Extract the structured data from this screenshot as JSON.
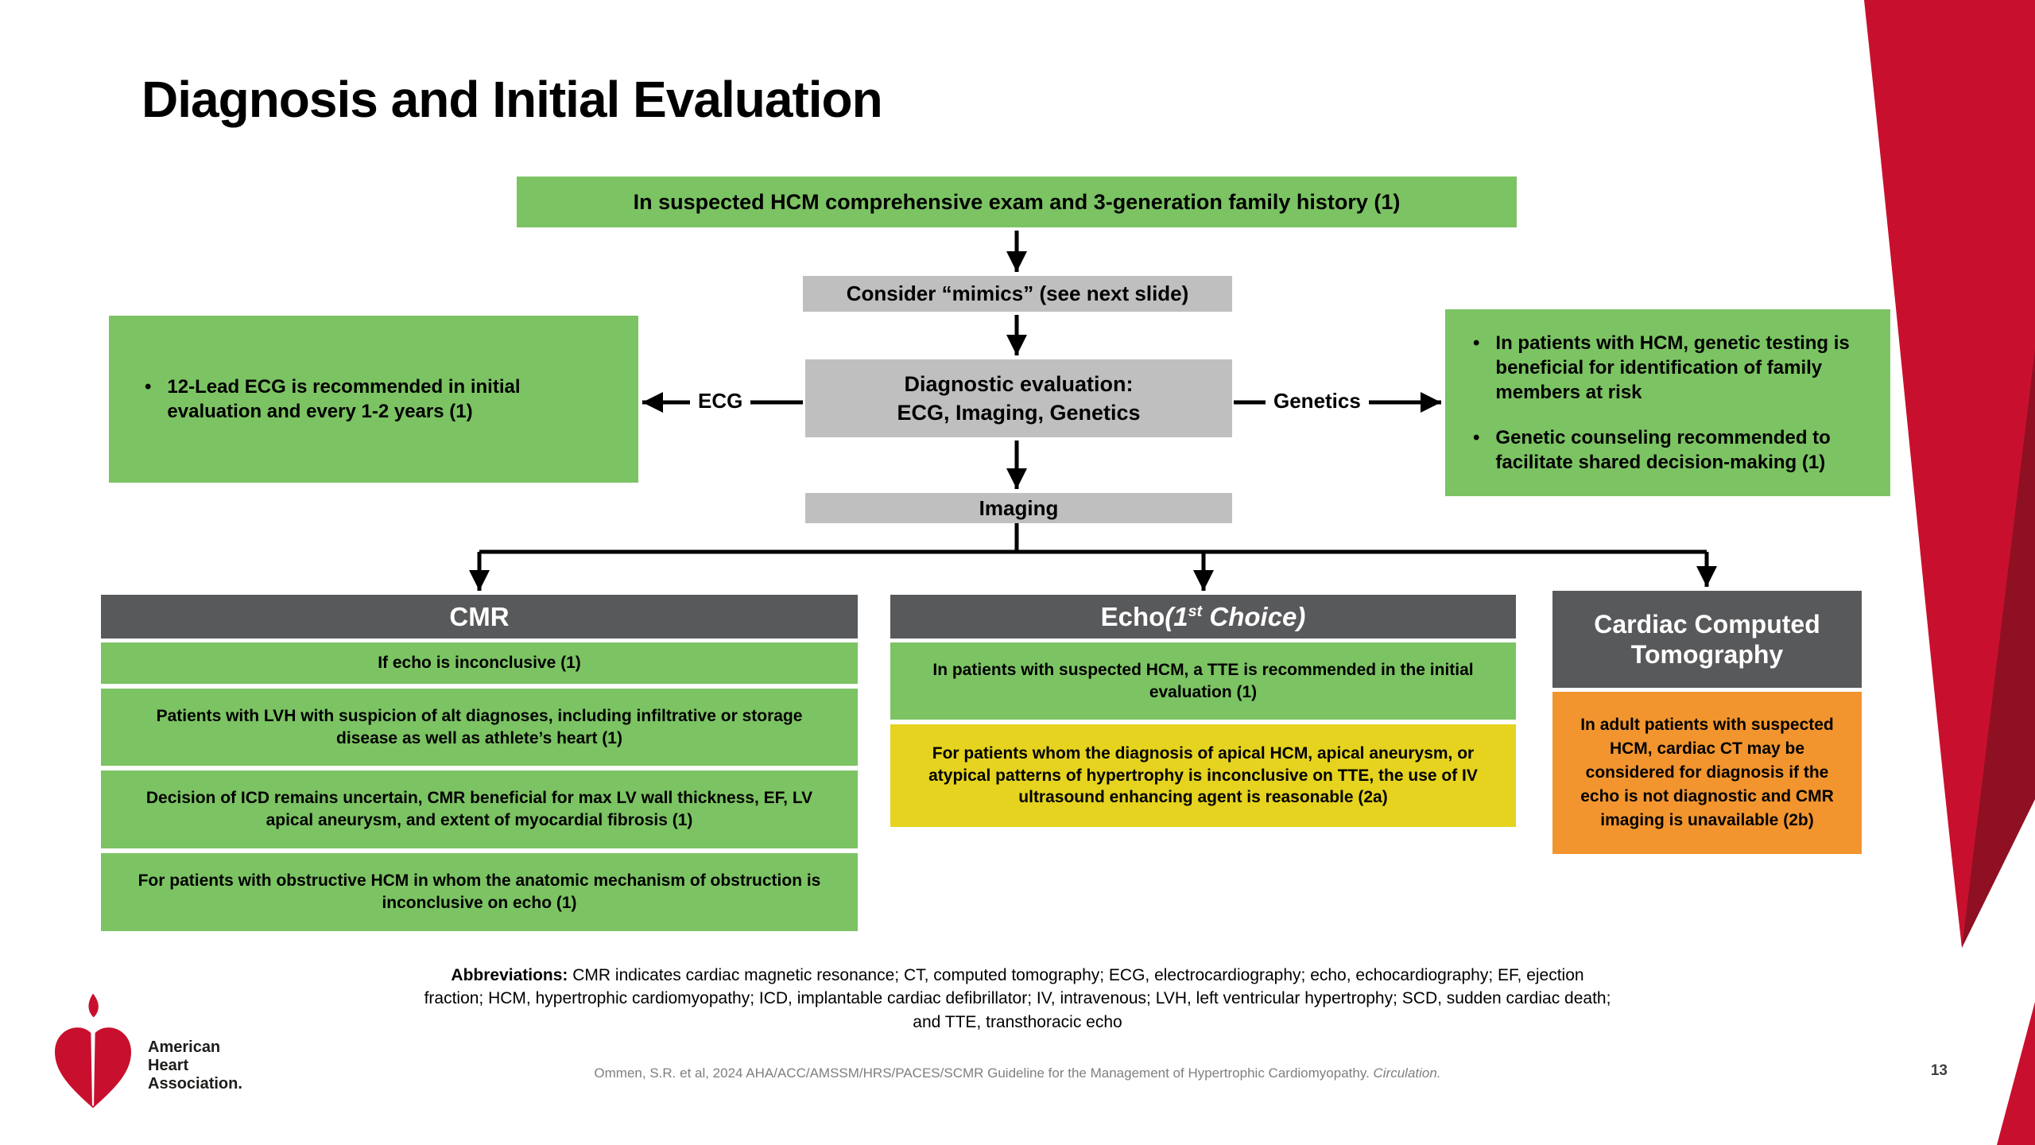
{
  "colors": {
    "green": "#7CC363",
    "gray_box": "#BFBFBF",
    "dark_header": "#58595B",
    "yellow": "#E5D31F",
    "orange": "#F2952F",
    "brand_red": "#C8102E"
  },
  "slide": {
    "title": "Diagnosis and Initial Evaluation",
    "page_number": "13"
  },
  "flow": {
    "top_box": "In suspected HCM comprehensive exam and 3-generation family history (1)",
    "mimics_box": "Consider “mimics” (see next slide)",
    "diagnostic_line1": "Diagnostic evaluation:",
    "diagnostic_line2": "ECG, Imaging, Genetics",
    "imaging_box": "Imaging",
    "ecg_arrow_label": "ECG",
    "genetics_arrow_label": "Genetics",
    "ecg_note": "12-Lead ECG is recommended in initial evaluation and every 1-2 years (1)",
    "genetics_notes": [
      "In patients with HCM, genetic testing is beneficial for identification of family members at risk",
      "Genetic counseling recommended to facilitate shared decision-making (1)"
    ],
    "cmr": {
      "header": "CMR",
      "items": [
        "If echo is inconclusive (1)",
        "Patients with LVH with suspicion of alt diagnoses, including infiltrative or storage disease as well as athlete’s heart (1)",
        "Decision of ICD remains uncertain, CMR beneficial for max LV wall thickness, EF, LV apical aneurysm, and extent of myocardial fibrosis (1)",
        "For patients with obstructive HCM in whom the anatomic mechanism of obstruction is inconclusive on echo (1)"
      ]
    },
    "echo": {
      "header_plain": "Echo ",
      "header_italic_open": "(1",
      "header_sup": "st",
      "header_italic_close": " Choice)",
      "items": [
        "In patients with suspected HCM, a TTE is recommended in the initial evaluation (1)",
        "For patients whom the diagnosis of apical HCM, apical aneurysm, or atypical patterns of hypertrophy is inconclusive on TTE, the use of IV ultrasound enhancing agent is reasonable (2a)"
      ]
    },
    "ct": {
      "header_line1": "Cardiac Computed",
      "header_line2": "Tomography",
      "item": "In adult patients with suspected HCM, cardiac CT may be considered for diagnosis if the echo is not diagnostic and CMR imaging is unavailable (2b)"
    }
  },
  "footer": {
    "abbreviations_label": "Abbreviations: ",
    "abbreviations_text": "CMR indicates cardiac magnetic resonance; CT, computed tomography; ECG, electrocardiography; echo, echocardiography; EF, ejection fraction; HCM, hypertrophic cardiomyopathy; ICD, implantable cardiac defibrillator; IV, intravenous; LVH, left ventricular hypertrophy; SCD, sudden cardiac death; and TTE, transthoracic echo",
    "citation_text": "Ommen, S.R. et al, 2024 AHA/ACC/AMSSM/HRS/PACES/SCMR Guideline for the Management of Hypertrophic Cardiomyopathy. ",
    "citation_journal": "Circulation."
  },
  "logo": {
    "line1": "American",
    "line2": "Heart",
    "line3": "Association."
  }
}
